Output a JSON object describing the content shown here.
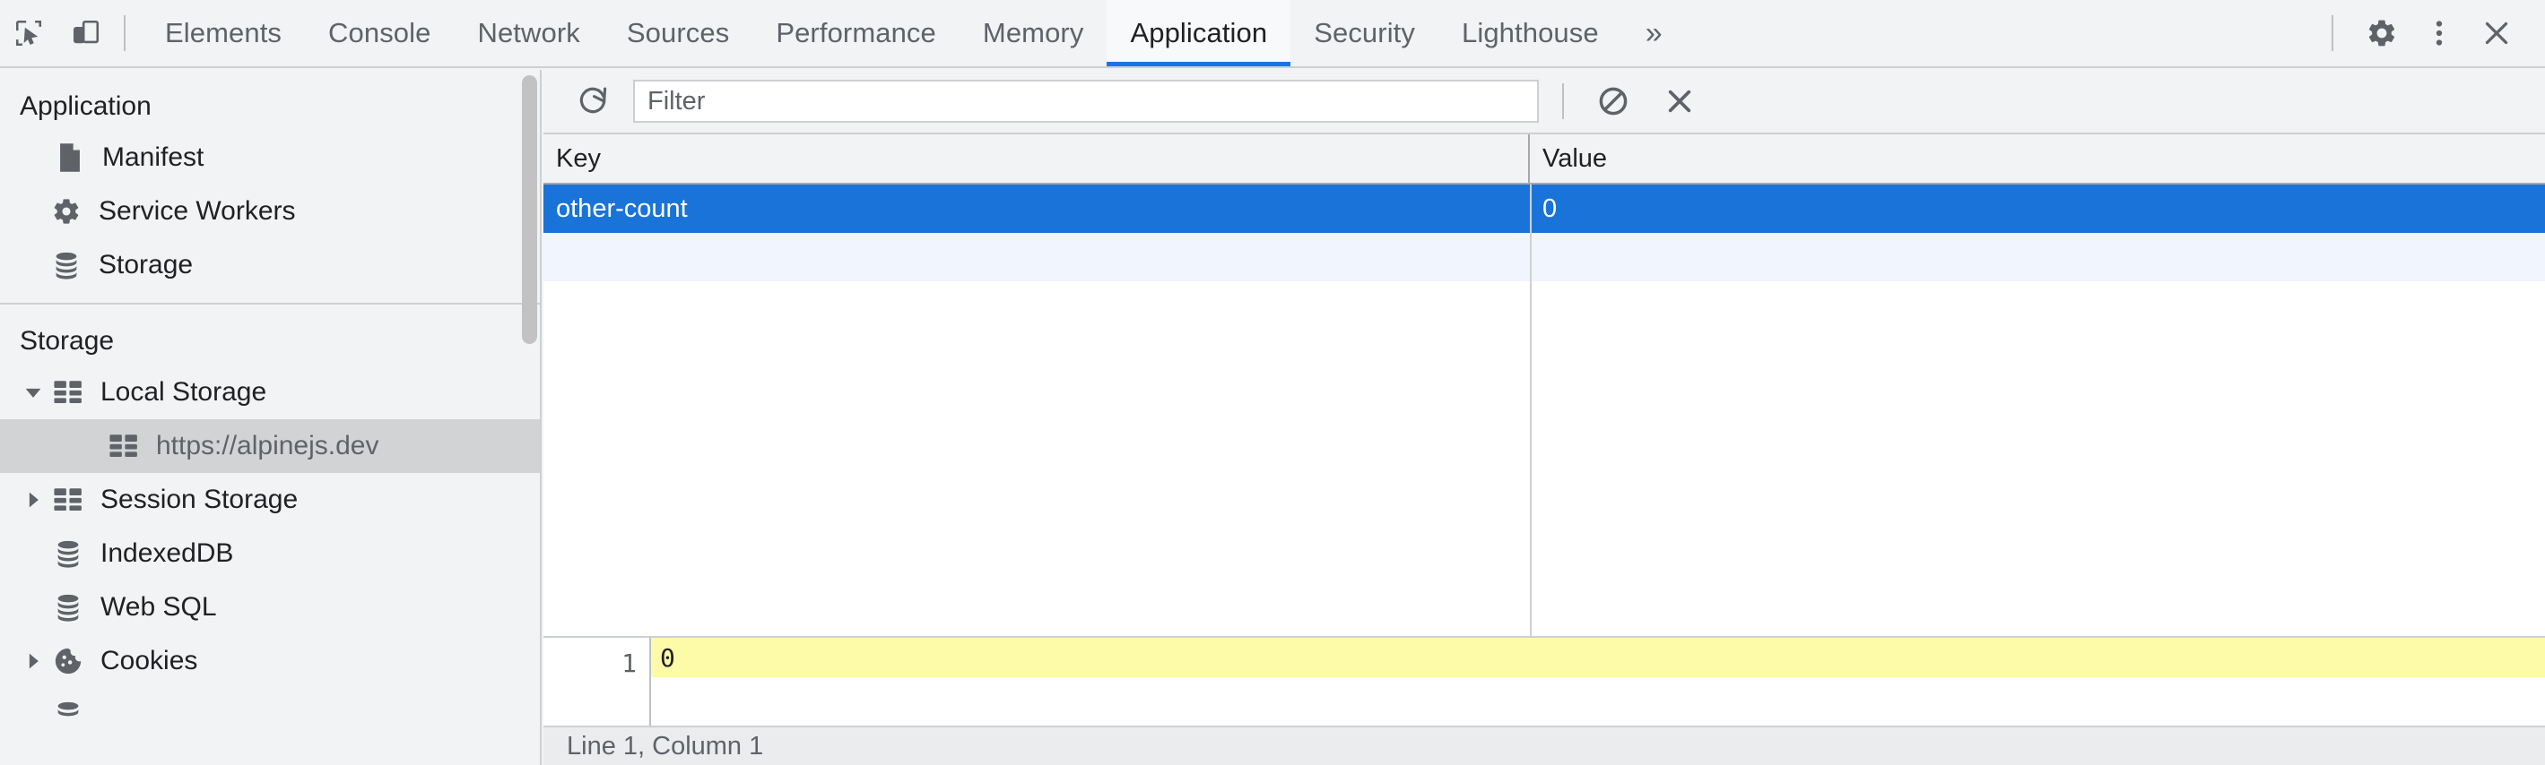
{
  "toolbar": {
    "inspect_icon": "inspect-cursor-icon",
    "device_icon": "device-toolbar-icon",
    "tabs": [
      {
        "label": "Elements",
        "active": false
      },
      {
        "label": "Console",
        "active": false
      },
      {
        "label": "Network",
        "active": false
      },
      {
        "label": "Sources",
        "active": false
      },
      {
        "label": "Performance",
        "active": false
      },
      {
        "label": "Memory",
        "active": false
      },
      {
        "label": "Application",
        "active": true
      },
      {
        "label": "Security",
        "active": false
      },
      {
        "label": "Lighthouse",
        "active": false
      }
    ],
    "more_tabs_label": "»",
    "settings_icon": "gear-icon",
    "menu_icon": "three-dot-menu-icon",
    "close_icon": "close-icon"
  },
  "sidebar": {
    "application_header": "Application",
    "application_items": [
      {
        "label": "Manifest",
        "icon": "document-icon"
      },
      {
        "label": "Service Workers",
        "icon": "gear-icon"
      },
      {
        "label": "Storage",
        "icon": "database-icon"
      }
    ],
    "storage_header": "Storage",
    "storage_items": [
      {
        "label": "Local Storage",
        "icon": "table-icon",
        "arrow": "expanded",
        "indent": 0,
        "selected": false
      },
      {
        "label": "https://alpinejs.dev",
        "icon": "table-icon",
        "arrow": "none",
        "indent": 1,
        "selected": true
      },
      {
        "label": "Session Storage",
        "icon": "table-icon",
        "arrow": "collapsed",
        "indent": 0,
        "selected": false
      },
      {
        "label": "IndexedDB",
        "icon": "database-icon",
        "arrow": "none",
        "indent": 0,
        "selected": false
      },
      {
        "label": "Web SQL",
        "icon": "database-icon",
        "arrow": "none",
        "indent": 0,
        "selected": false
      },
      {
        "label": "Cookies",
        "icon": "cookie-icon",
        "arrow": "collapsed",
        "indent": 0,
        "selected": false
      }
    ]
  },
  "panel": {
    "refresh_icon": "refresh-icon",
    "filter_placeholder": "Filter",
    "filter_value": "",
    "clear_all_icon": "clear-all-icon",
    "delete_selected_icon": "delete-icon",
    "table": {
      "columns": [
        "Key",
        "Value"
      ],
      "rows": [
        {
          "key": "other-count",
          "value": "0",
          "selected": true
        }
      ]
    },
    "editor": {
      "line_numbers": [
        "1"
      ],
      "lines": [
        "0"
      ]
    },
    "status": "Line 1, Column 1"
  },
  "colors": {
    "accent": "#1a73e8",
    "selection": "#1a73d8",
    "highlight": "#fdfba8",
    "chrome_bg": "#f1f3f4"
  }
}
